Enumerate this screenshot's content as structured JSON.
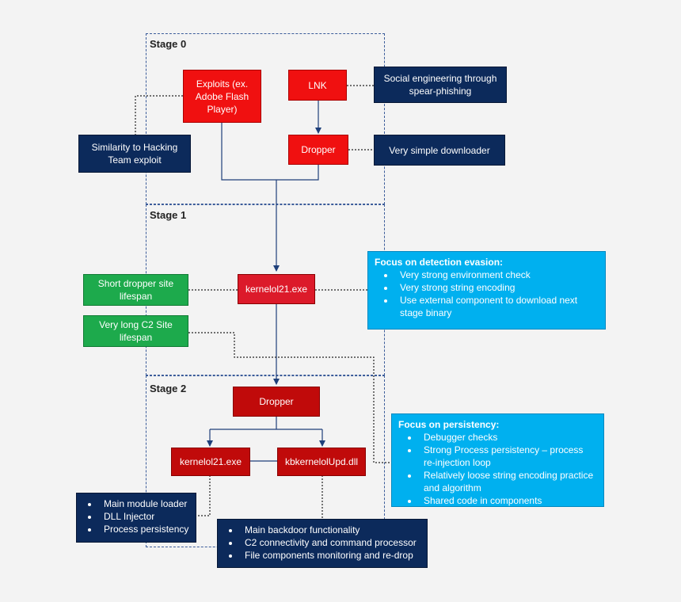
{
  "stages": {
    "stage0": "Stage 0",
    "stage1": "Stage 1",
    "stage2": "Stage 2"
  },
  "nodes": {
    "exploits": "Exploits (ex. Adobe Flash Player)",
    "lnk": "LNK",
    "dropper0": "Dropper",
    "kernelol_stage1": "kernelol21.exe",
    "dropper2": "Dropper",
    "kernelol_stage2": "kernelol21.exe",
    "kbkernelol": "kbkernelolUpd.dll"
  },
  "notes": {
    "social": "Social engineering through spear-phishing",
    "similarity": "Similarity to Hacking Team exploit",
    "downloader": "Very simple downloader",
    "short_dropper": "Short dropper site lifespan",
    "long_c2": "Very long C2 Site lifespan"
  },
  "detection_evasion": {
    "title": "Focus on detection evasion:",
    "items": [
      "Very strong environment check",
      "Very strong string encoding",
      "Use external component to download next stage binary"
    ]
  },
  "persistency": {
    "title": "Focus on persistency:",
    "items": [
      "Debugger checks",
      "Strong Process persistency – process re-injection loop",
      "Relatively loose string encoding practice and algorithm",
      "Shared code in components"
    ]
  },
  "loader_list": {
    "items": [
      "Main module loader",
      "DLL Injector",
      "Process persistency"
    ]
  },
  "backdoor_list": {
    "items": [
      "Main backdoor functionality",
      "C2 connectivity and command processor",
      "File components monitoring and re-drop"
    ]
  },
  "colors": {
    "red": "#f01010",
    "dark_red": "#c00a0a",
    "navy": "#0c2a5b",
    "green": "#1daa4c",
    "cyan": "#00b0ef",
    "connector": "#1e3f7a"
  }
}
